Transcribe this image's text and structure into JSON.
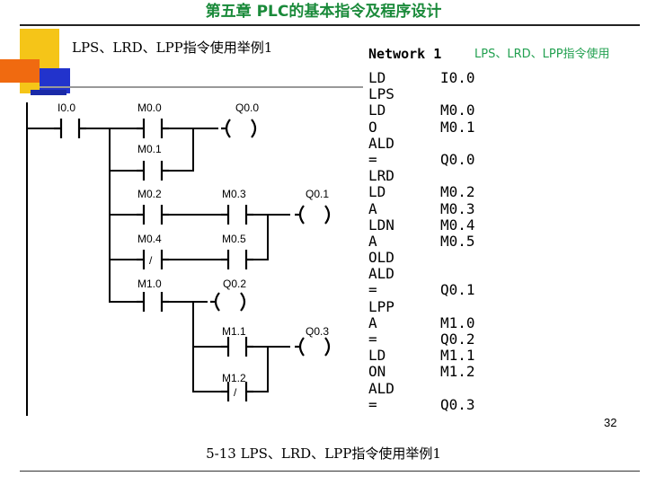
{
  "header": {
    "title": "第五章 PLC的基本指令及程序设计"
  },
  "slide": {
    "subtitle": "LPS、LRD、LPP指令使用举例1",
    "page_number": "32"
  },
  "network": {
    "title": "Network 1",
    "comment": "LPS、LRD、LPP指令使用"
  },
  "ladder": {
    "contacts": [
      "I0.0",
      "M0.0",
      "M0.1",
      "M0.2",
      "M0.3",
      "M0.4",
      "M0.5",
      "M1.0",
      "M1.1",
      "M1.2"
    ],
    "coils": [
      "Q0.0",
      "Q0.1",
      "Q0.2",
      "Q0.3"
    ],
    "negation_mark": "/"
  },
  "stl": [
    {
      "op": "LD",
      "arg": "I0.0"
    },
    {
      "op": "LPS",
      "arg": ""
    },
    {
      "op": "LD",
      "arg": "M0.0"
    },
    {
      "op": "O",
      "arg": "M0.1"
    },
    {
      "op": "ALD",
      "arg": ""
    },
    {
      "op": "=",
      "arg": "Q0.0"
    },
    {
      "op": "LRD",
      "arg": ""
    },
    {
      "op": "LD",
      "arg": "M0.2"
    },
    {
      "op": "A",
      "arg": "M0.3"
    },
    {
      "op": "LDN",
      "arg": "M0.4"
    },
    {
      "op": "A",
      "arg": "M0.5"
    },
    {
      "op": "OLD",
      "arg": ""
    },
    {
      "op": "ALD",
      "arg": ""
    },
    {
      "op": "=",
      "arg": "Q0.1"
    },
    {
      "op": "LPP",
      "arg": ""
    },
    {
      "op": "A",
      "arg": "M1.0"
    },
    {
      "op": "=",
      "arg": "Q0.2"
    },
    {
      "op": "LD",
      "arg": "M1.1"
    },
    {
      "op": "ON",
      "arg": "M1.2"
    },
    {
      "op": "ALD",
      "arg": ""
    },
    {
      "op": "=",
      "arg": "Q0.3"
    }
  ],
  "caption": "5-13 LPS、LRD、LPP指令使用举例1",
  "colors": {
    "title_green": "#1a8a3a",
    "comment_green": "#22a050",
    "deco_yellow": "#f5c518",
    "deco_orange": "#f06a10",
    "deco_blue": "#2233cc"
  }
}
